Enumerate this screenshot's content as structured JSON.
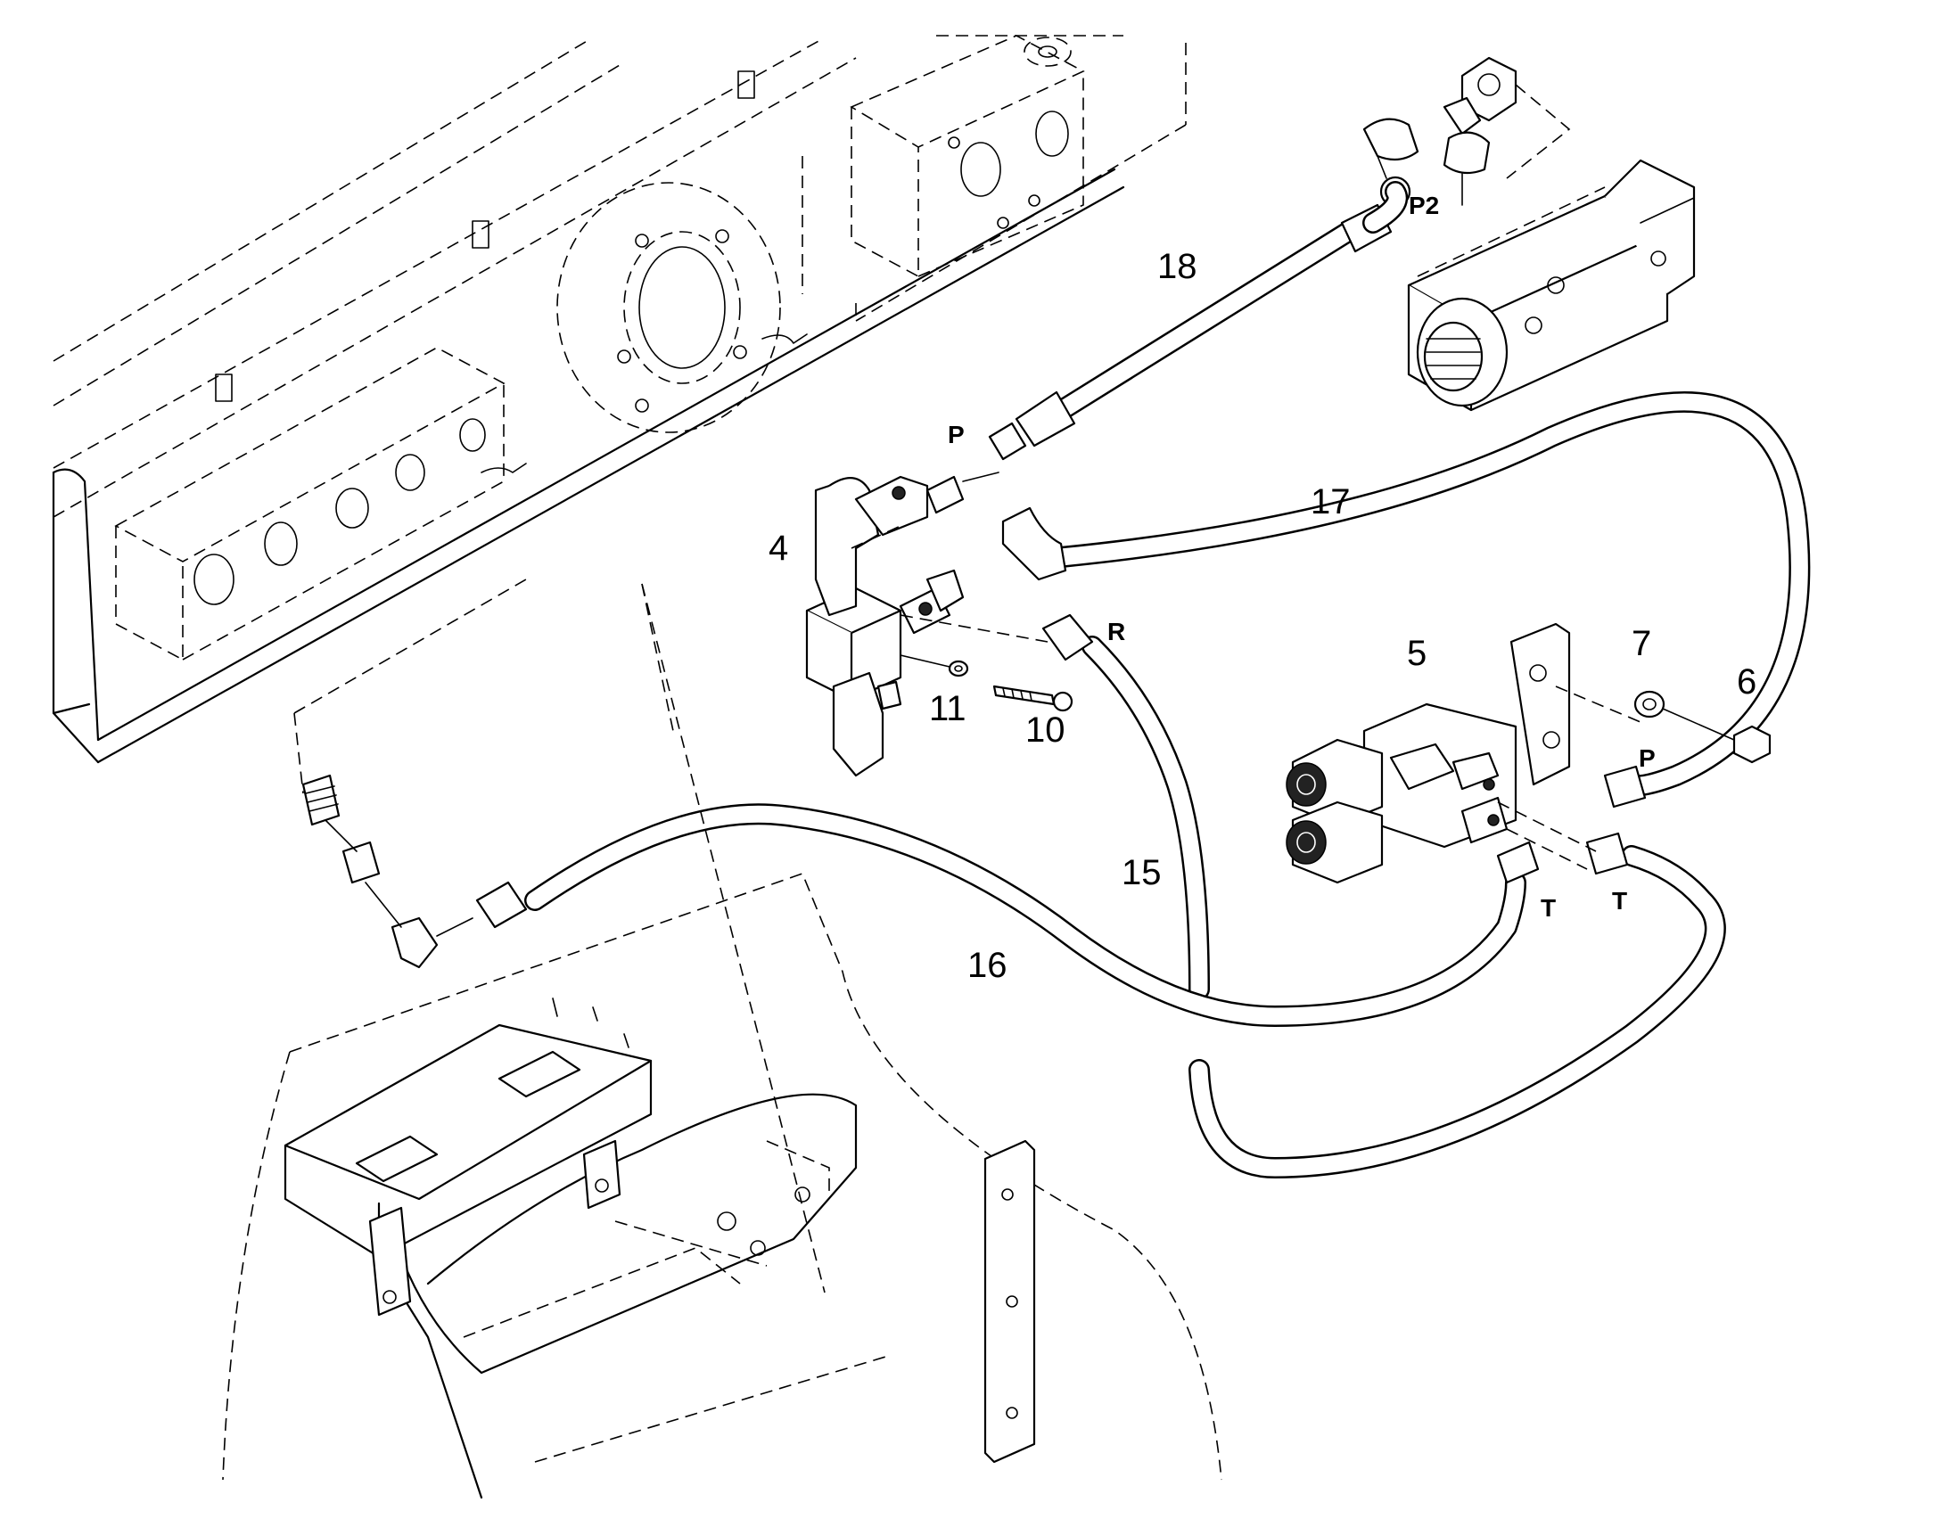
{
  "figure": {
    "description_free": true,
    "callouts": {
      "c4": "4",
      "c5": "5",
      "c6": "6",
      "c7": "7",
      "c10": "10",
      "c11": "11",
      "c15": "15",
      "c16": "16",
      "c17": "17",
      "c18": "18"
    },
    "ports": {
      "p2": "P2",
      "p_valve": "P",
      "r": "R",
      "p_block": "P",
      "t1": "T",
      "t2": "T"
    }
  }
}
